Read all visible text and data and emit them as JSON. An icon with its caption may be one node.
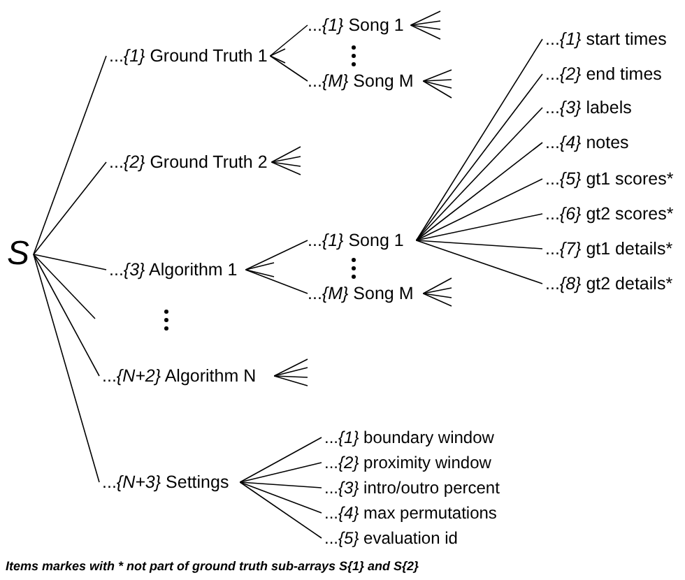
{
  "diagram": {
    "caption": "Items markes with * not part of ground truth sub-arrays S{1} and S{2}",
    "nodes": [
      {
        "text": [
          "S"
        ]
      },
      {
        "text": [
          "...*{1}* Ground Truth 1"
        ]
      },
      {
        "text": [
          "...*{1}* Song 1"
        ]
      },
      {
        "text": [
          "...*{M}* Song M"
        ]
      },
      {
        "text": [
          "...*{2}* Ground Truth 2"
        ]
      },
      {
        "text": [
          "...*{3}* Algorithm 1"
        ]
      },
      {
        "text": [
          "...*{1}* Song 1"
        ]
      },
      {
        "text": [
          "...*{1}* start times"
        ]
      },
      {
        "text": [
          "...*{2}* end times"
        ]
      },
      {
        "text": [
          "...*{3}* labels"
        ]
      },
      {
        "text": [
          "...*{4}* notes"
        ]
      },
      {
        "text": [
          "...*{5}* gt1 scores*"
        ]
      },
      {
        "text": [
          "...*{6}* gt2 scores*"
        ]
      },
      {
        "text": [
          "...*{7}* gt1 details*"
        ]
      },
      {
        "text": [
          "...*{8}* gt2 details*"
        ]
      },
      {
        "text": [
          "...*{M}* Song M"
        ]
      },
      {
        "text": [
          "...*{N+2}* Algorithm N"
        ]
      },
      {
        "text": [
          "...*{N+3}* Settings"
        ]
      },
      {
        "text": [
          "...*{1}* boundary window"
        ]
      },
      {
        "text": [
          "...*{2}* proximity window"
        ]
      },
      {
        "text": [
          "...*{3}* intro/outro percent"
        ]
      },
      {
        "text": [
          "...*{4}* max permutations"
        ]
      },
      {
        "text": [
          "...*{5}* evaluation id"
        ]
      }
    ],
    "edges": [
      {
        "from": 0,
        "to": 1,
        "arrow": "none"
      },
      {
        "from": 0,
        "to": 4,
        "arrow": "none"
      },
      {
        "from": 0,
        "to": 5,
        "arrow": "none"
      },
      {
        "from": 0,
        "to": null,
        "arrow": "none"
      },
      {
        "from": 0,
        "to": 16,
        "arrow": "none"
      },
      {
        "from": 0,
        "to": 17,
        "arrow": "none"
      },
      {
        "from": 1,
        "to": 2,
        "arrow": "none"
      },
      {
        "from": 1,
        "to": null,
        "arrow": "none"
      },
      {
        "from": 1,
        "to": null,
        "arrow": "none"
      },
      {
        "from": 1,
        "to": 3,
        "arrow": "none"
      },
      {
        "from": 2,
        "to": null,
        "arrow": "none"
      },
      {
        "from": 2,
        "to": null,
        "arrow": "none"
      },
      {
        "from": 2,
        "to": null,
        "arrow": "none"
      },
      {
        "from": 2,
        "to": null,
        "arrow": "none"
      },
      {
        "from": 3,
        "to": null,
        "arrow": "none"
      },
      {
        "from": 3,
        "to": null,
        "arrow": "none"
      },
      {
        "from": 3,
        "to": null,
        "arrow": "none"
      },
      {
        "from": 3,
        "to": null,
        "arrow": "none"
      },
      {
        "from": 4,
        "to": null,
        "arrow": "none"
      },
      {
        "from": 4,
        "to": null,
        "arrow": "none"
      },
      {
        "from": 4,
        "to": null,
        "arrow": "none"
      },
      {
        "from": 4,
        "to": null,
        "arrow": "none"
      },
      {
        "from": 5,
        "to": 6,
        "arrow": "none"
      },
      {
        "from": 5,
        "to": null,
        "arrow": "none"
      },
      {
        "from": 5,
        "to": null,
        "arrow": "none"
      },
      {
        "from": 5,
        "to": 15,
        "arrow": "none"
      },
      {
        "from": 6,
        "to": 7,
        "arrow": "none"
      },
      {
        "from": 6,
        "to": 8,
        "arrow": "none"
      },
      {
        "from": 6,
        "to": 9,
        "arrow": "none"
      },
      {
        "from": 6,
        "to": 10,
        "arrow": "none"
      },
      {
        "from": 6,
        "to": 11,
        "arrow": "none"
      },
      {
        "from": 6,
        "to": 12,
        "arrow": "none"
      },
      {
        "from": 6,
        "to": 13,
        "arrow": "none"
      },
      {
        "from": 6,
        "to": 14,
        "arrow": "none"
      },
      {
        "from": 15,
        "to": null,
        "arrow": "none"
      },
      {
        "from": 15,
        "to": null,
        "arrow": "none"
      },
      {
        "from": 15,
        "to": null,
        "arrow": "none"
      },
      {
        "from": 15,
        "to": null,
        "arrow": "none"
      },
      {
        "from": 16,
        "to": null,
        "arrow": "none"
      },
      {
        "from": 16,
        "to": null,
        "arrow": "none"
      },
      {
        "from": 16,
        "to": null,
        "arrow": "none"
      },
      {
        "from": 16,
        "to": null,
        "arrow": "none"
      },
      {
        "from": 17,
        "to": 18,
        "arrow": "none"
      },
      {
        "from": 17,
        "to": 19,
        "arrow": "none"
      },
      {
        "from": 17,
        "to": 20,
        "arrow": "none"
      },
      {
        "from": 17,
        "to": 21,
        "arrow": "none"
      },
      {
        "from": 17,
        "to": 22,
        "arrow": "none"
      }
    ]
  }
}
